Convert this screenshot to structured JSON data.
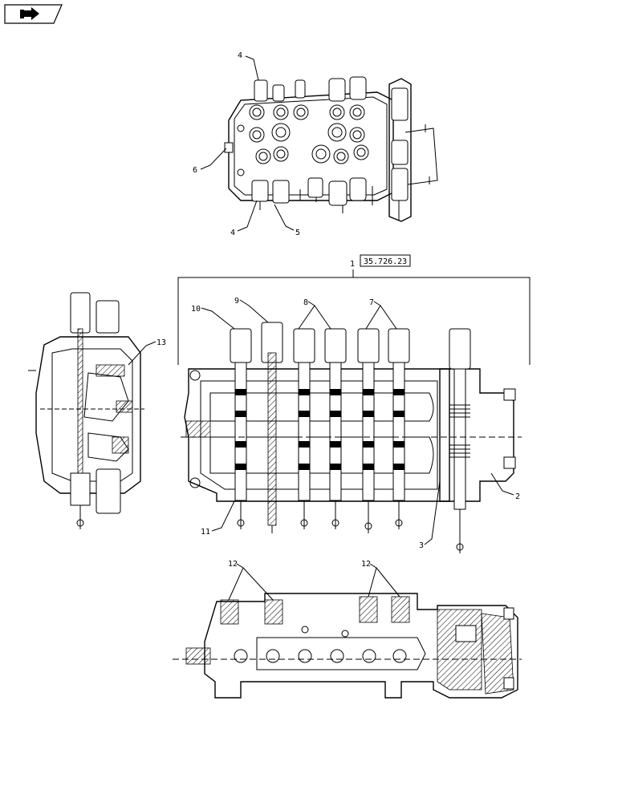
{
  "nav": {
    "icon": "forward-arrow-icon"
  },
  "ref_box": {
    "text": "35.726.23"
  },
  "callouts": {
    "c1": "1",
    "c2": "2",
    "c3": "3",
    "c4a": "4",
    "c4b": "4",
    "c5": "5",
    "c6": "6",
    "c7": "7",
    "c8": "8",
    "c9": "9",
    "c10": "10",
    "c11": "11",
    "c12a": "12",
    "c12b": "12",
    "c13": "13"
  }
}
